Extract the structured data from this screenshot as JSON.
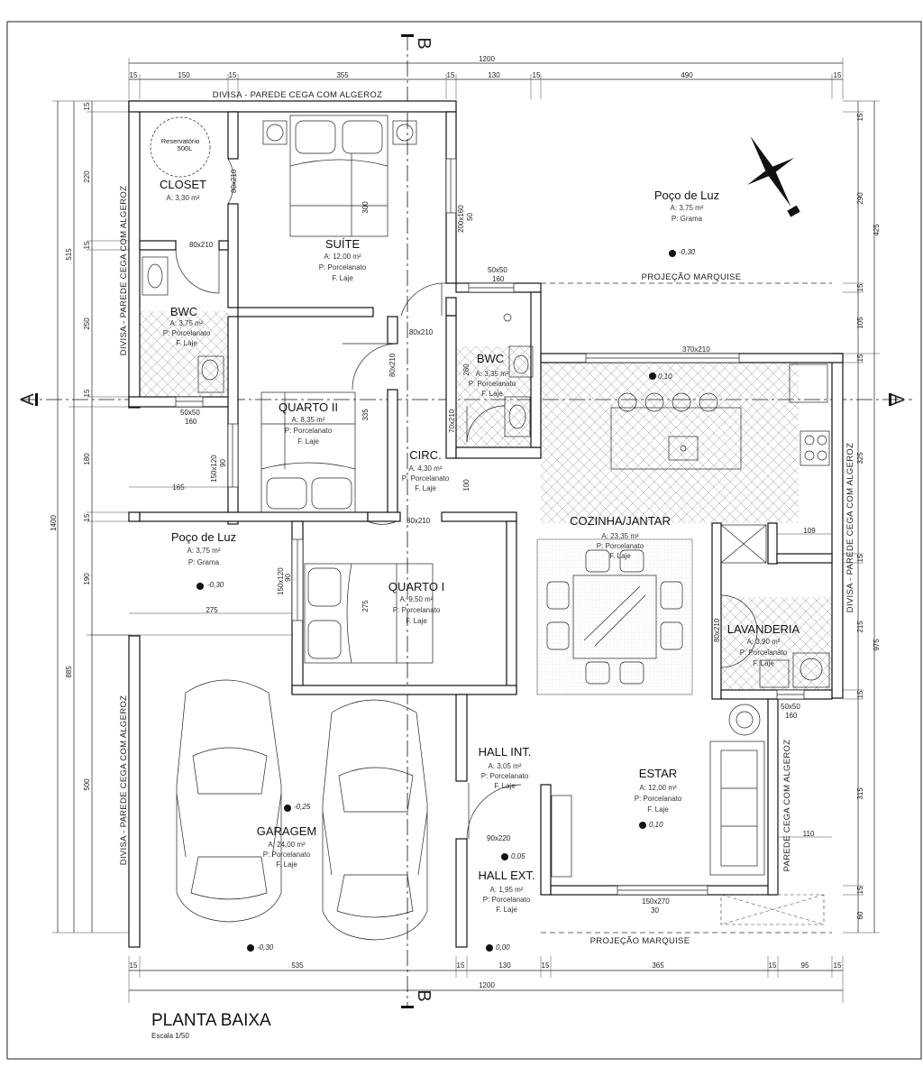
{
  "title": "PLANTA BAIXA",
  "scale": "Escala 1/50",
  "section_labels": {
    "a": "A",
    "b": "B"
  },
  "rooms": {
    "closet": {
      "name": "CLOSET",
      "area": "A: 3,30 m²"
    },
    "reservatorio": {
      "line1": "Reservatório",
      "line2": "500L"
    },
    "suite": {
      "name": "SUÍTE",
      "area": "A: 12,00 m²",
      "floor": "P: Porcelanato",
      "ceiling": "F. Laje"
    },
    "poco_luz_1": {
      "name": "Poço de Luz",
      "area": "A: 3,75 m²",
      "floor": "P: Grama",
      "level": "-0,30"
    },
    "bwc_1": {
      "name": "BWC",
      "area": "A: 3,75 m²",
      "floor": "P: Porcelanato",
      "ceiling": "F. Laje"
    },
    "bwc_2": {
      "name": "BWC",
      "area": "A: 3,35 m²",
      "floor": "P: Porcelanato",
      "ceiling": "F. Laje"
    },
    "quarto_2": {
      "name": "QUARTO II",
      "area": "A: 8,35 m²",
      "floor": "P: Porcelanato",
      "ceiling": "F. Laje"
    },
    "circ": {
      "name": "CIRC.",
      "area": "A: 4,30 m²",
      "floor": "P: Porcelanato",
      "ceiling": "F. Laje"
    },
    "cozinha": {
      "name": "COZINHA/JANTAR",
      "area": "A: 23,35 m²",
      "floor": "P: Porcelanato",
      "ceiling": "F. Laje",
      "level": "0,10"
    },
    "poco_luz_2": {
      "name": "Poço de Luz",
      "area": "A: 3,75 m²",
      "floor": "P: Grama",
      "level": "-0,30"
    },
    "quarto_1": {
      "name": "QUARTO I",
      "area": "A: 9,50 m²",
      "floor": "P: Porcelanato",
      "ceiling": "F. Laje"
    },
    "lavanderia": {
      "name": "LAVANDERIA",
      "area": "A: 3,90 m²",
      "floor": "P: Porcelanato",
      "ceiling": "F. Laje"
    },
    "garagem": {
      "name": "GARAGEM",
      "area": "A: 24,00 m²",
      "floor": "P: Porcelanato",
      "ceiling": "F. Laje",
      "level": "-0,25"
    },
    "hall_int": {
      "name": "HALL INT.",
      "area": "A: 3,05 m²",
      "floor": "P: Porcelanato",
      "ceiling": "F. Laje"
    },
    "hall_ext": {
      "name": "HALL EXT.",
      "area": "A: 1,95 m²",
      "floor": "P: Porcelanato",
      "ceiling": "F. Laje",
      "level": "0,05"
    },
    "estar": {
      "name": "ESTAR",
      "area": "A: 12,00 m²",
      "floor": "P: Porcelanato",
      "ceiling": "F. Laje",
      "level": "0,10"
    }
  },
  "levels": {
    "front_left": "-0,30",
    "front_entry": "0,00"
  },
  "notes": {
    "divisa_top": "DIVISA - PAREDE CEGA COM ALGEROZ",
    "divisa_left_top": "DIVISA - PAREDE CEGA COM ALGEROZ",
    "divisa_left_bottom": "DIVISA - PAREDE CEGA COM ALGEROZ",
    "divisa_right": "DIVISA - PAREDE CEGA COM ALGEROZ",
    "parede_right": "PAREDE CEGA COM ALGEROZ",
    "projecao_top": "PROJEÇÃO MARQUISE",
    "projecao_bottom": "PROJEÇÃO MARQUISE"
  },
  "openings": {
    "d_closet": "80x210",
    "d_suite_side": "80x210",
    "d_bwc1": "80x210",
    "d_circ": "80x210",
    "d_quarto2": "80x210",
    "d_bwc2": "70x210",
    "d_quarto1": "80x210",
    "d_lav": "80x210",
    "d_main": "90x220",
    "w_suite_1": "200x160",
    "w_suite_2": "50",
    "w_bwc2": "50x50",
    "w_bwc2_b": "160",
    "w_bwc1": "50x50",
    "w_bwc1_b": "160",
    "w_q2": "150x120",
    "w_q2_b": "90",
    "w_q1": "150x120",
    "w_q1_b": "90",
    "w_kitchen": "370x210",
    "w_lav": "50x50",
    "w_lav_b": "160",
    "w_estar": "150x270",
    "w_estar_b": "30"
  },
  "dims_top": {
    "total": "1200",
    "segments": [
      "15",
      "150",
      "15",
      "355",
      "15",
      "130",
      "15",
      "490",
      "15"
    ]
  },
  "dims_bottom": {
    "total": "1200",
    "segments": [
      "15",
      "535",
      "15",
      "130",
      "15",
      "365",
      "15",
      "95",
      "15"
    ]
  },
  "dims_left": {
    "total": "1400",
    "outer": [
      "515",
      "885"
    ],
    "inner": [
      "15",
      "220",
      "15",
      "250",
      "15",
      "180",
      "15",
      "190",
      "500"
    ]
  },
  "dims_right": {
    "outer": [
      "425",
      "975"
    ],
    "inner": [
      "15",
      "290",
      "15",
      "105",
      "15",
      "325",
      "15",
      "215",
      "15",
      "315",
      "15",
      "60"
    ]
  },
  "dims_inner": {
    "d165": "165",
    "d275": "275",
    "d335": "335",
    "d275v": "275",
    "d109": "109",
    "d110": "110",
    "d100": "100",
    "d260": "260",
    "d300": "300"
  }
}
